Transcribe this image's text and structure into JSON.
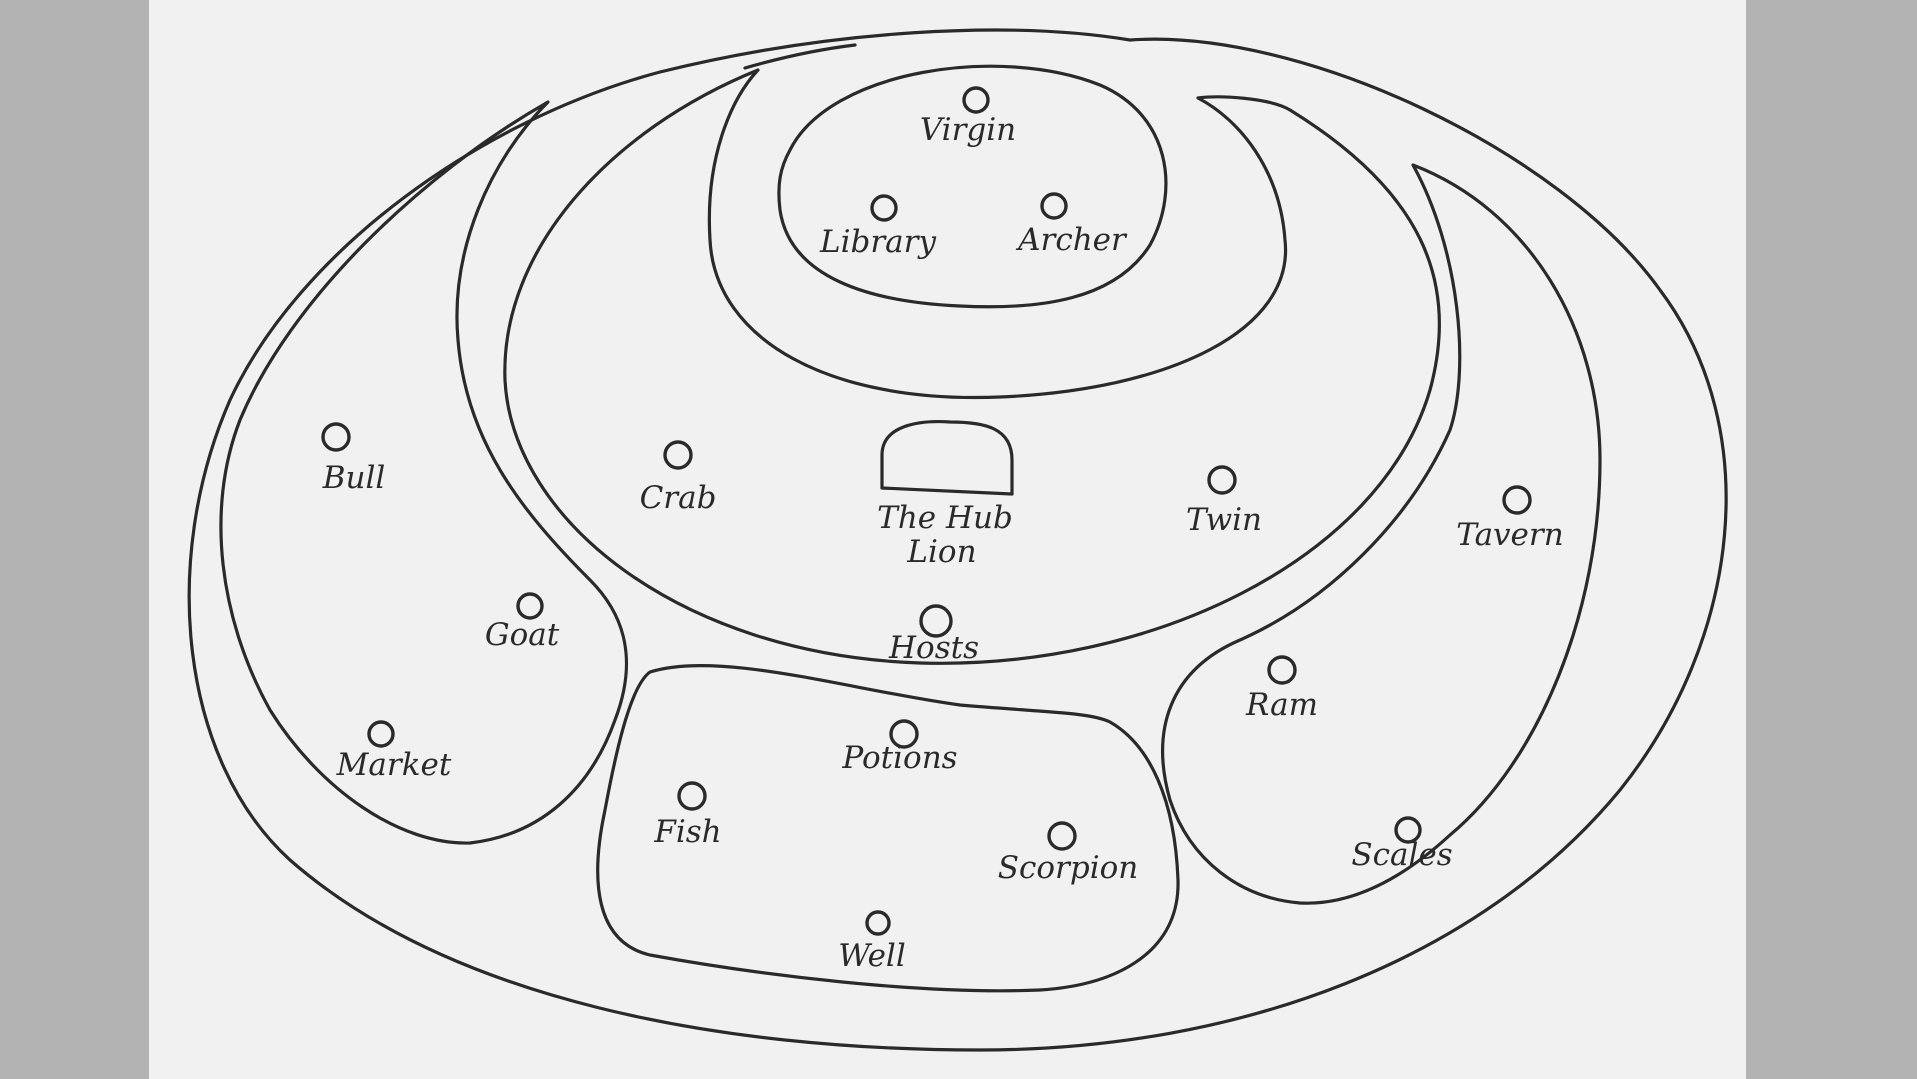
{
  "colors": {
    "background": "#b3b3b3",
    "paper": "#f1f1f1",
    "ink": "#2a2a2a"
  },
  "map": {
    "hub_label": "The Hub",
    "locations": [
      {
        "id": "virgin",
        "label": "Virgin"
      },
      {
        "id": "library",
        "label": "Library"
      },
      {
        "id": "archer",
        "label": "Archer"
      },
      {
        "id": "bull",
        "label": "Bull"
      },
      {
        "id": "crab",
        "label": "Crab"
      },
      {
        "id": "lion",
        "label": "Lion"
      },
      {
        "id": "twin",
        "label": "Twin"
      },
      {
        "id": "tavern",
        "label": "Tavern"
      },
      {
        "id": "goat",
        "label": "Goat"
      },
      {
        "id": "hosts",
        "label": "Hosts"
      },
      {
        "id": "ram",
        "label": "Ram"
      },
      {
        "id": "market",
        "label": "Market"
      },
      {
        "id": "potions",
        "label": "Potions"
      },
      {
        "id": "fish",
        "label": "Fish"
      },
      {
        "id": "scorpion",
        "label": "Scorpion"
      },
      {
        "id": "scales",
        "label": "Scales"
      },
      {
        "id": "well",
        "label": "Well"
      }
    ]
  }
}
